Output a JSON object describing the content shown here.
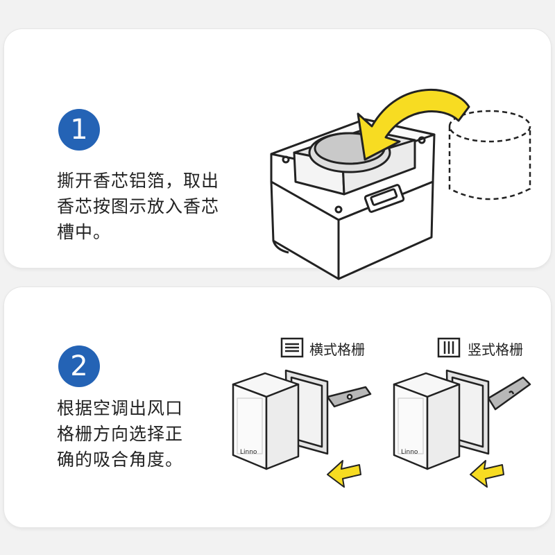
{
  "steps": [
    {
      "number": "1",
      "lines": [
        "撕开香芯铝箔，取出",
        "香芯按图示放入香芯",
        "槽中。"
      ]
    },
    {
      "number": "2",
      "lines": [
        "根据空调出风口",
        "格栅方向选择正",
        "确的吸合角度。"
      ]
    }
  ],
  "grille_options": [
    {
      "label": "横式格栅",
      "icon": "horizontal-grille-icon"
    },
    {
      "label": "竖式格栅",
      "icon": "vertical-grille-icon"
    }
  ],
  "brand_mark": "Linno",
  "colors": {
    "badge": "#2463b5",
    "arrow": "#f7dc22",
    "arrow_outline": "#222222",
    "card": "#ffffff",
    "background": "#f2f2f2"
  }
}
